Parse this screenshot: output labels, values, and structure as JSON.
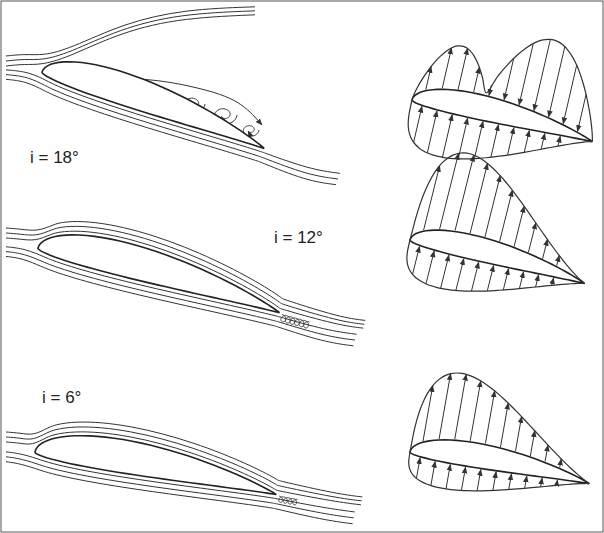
{
  "diagram": {
    "labels": [
      "i = 18°",
      "i = 12°",
      "i = 6°"
    ]
  }
}
